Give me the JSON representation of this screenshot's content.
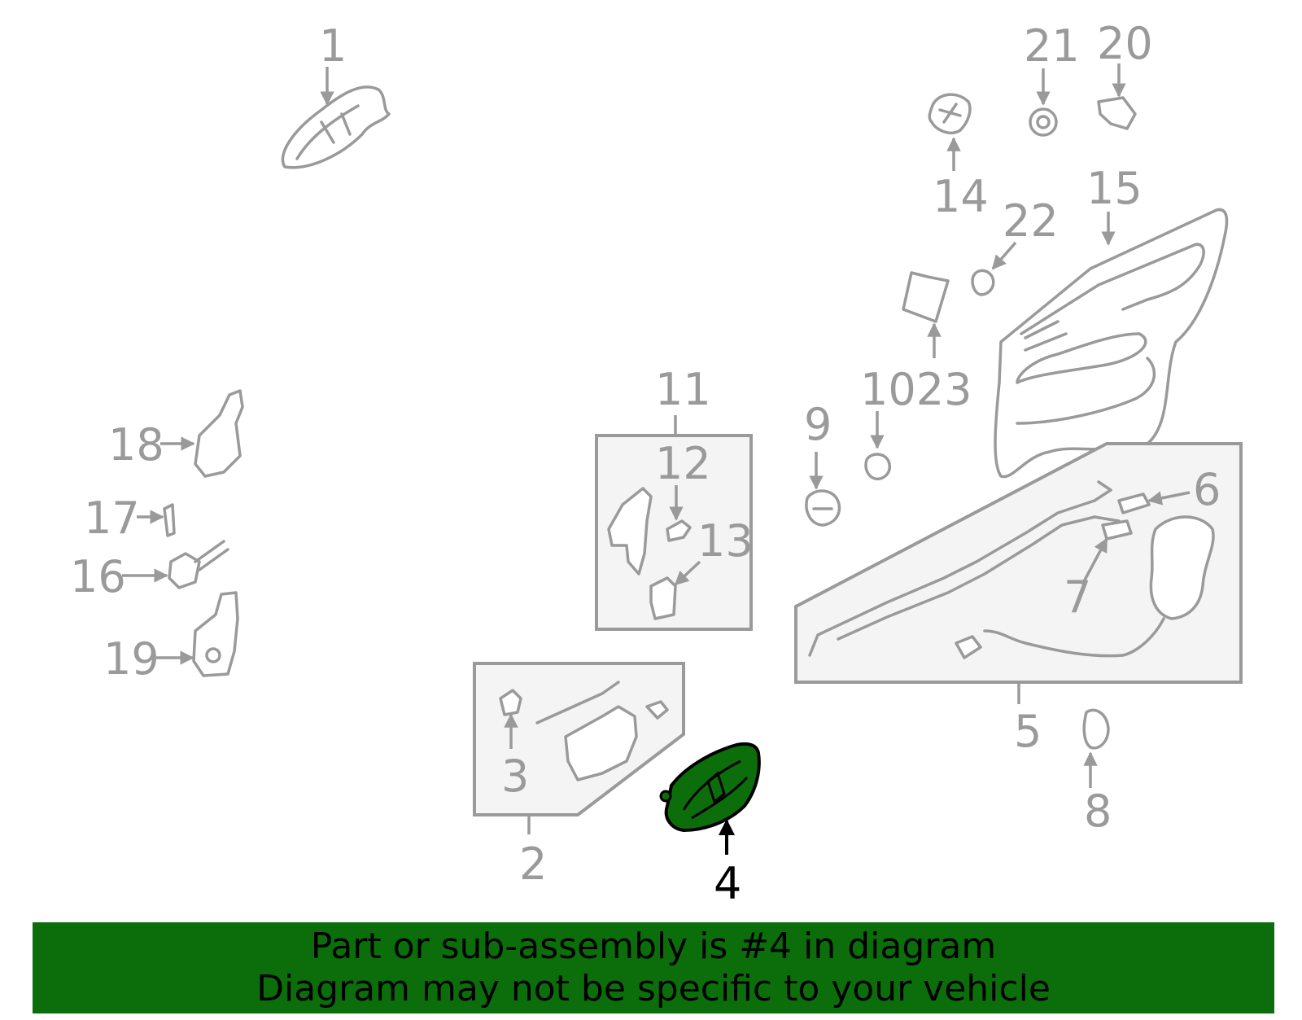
{
  "colors": {
    "highlight": "#0b6e0b",
    "banner": "#0b6e0b",
    "line": "#9a9a9a"
  },
  "labels": {
    "l1": "1",
    "l2": "2",
    "l3": "3",
    "l4": "4",
    "l5": "5",
    "l6": "6",
    "l7": "7",
    "l8": "8",
    "l9": "9",
    "l11": "11",
    "l12": "12",
    "l13": "13",
    "l14": "14",
    "l15": "15",
    "l16": "16",
    "l17": "17",
    "l18": "18",
    "l19": "19",
    "l20": "20",
    "l21": "21",
    "l22": "22",
    "l1023": "1023"
  },
  "banner": {
    "line1": "Part or sub-assembly is #4 in diagram",
    "line2": "Diagram may not be specific to your vehicle"
  }
}
